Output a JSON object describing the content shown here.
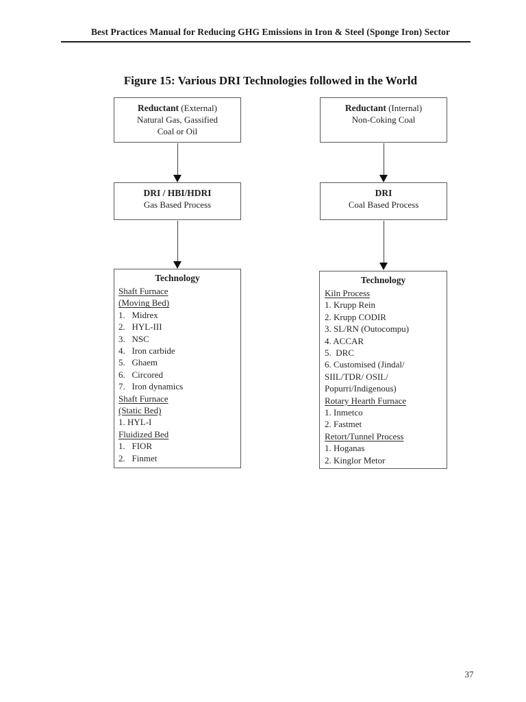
{
  "header": {
    "text": "Best Practices Manual for Reducing GHG Emissions in Iron & Steel (Sponge Iron) Sector"
  },
  "figure": {
    "title": "Figure 15: Various DRI Technologies followed in the World"
  },
  "gas_route": {
    "reductant_box": {
      "label_bold": "Reductant",
      "label_rest": " (External)",
      "line2": "Natural Gas, Gassified",
      "line3": "Coal or Oil"
    },
    "process_box": {
      "title": "DRI / HBI/HDRI",
      "subtitle": "Gas Based Process"
    },
    "technology_box": {
      "title": "Technology",
      "items": [
        {
          "t": "Shaft Furnace",
          "u": true
        },
        {
          "t": "(Moving Bed)",
          "u": true
        },
        {
          "t": "1.   Midrex"
        },
        {
          "t": "2.   HYL-III"
        },
        {
          "t": "3.   NSC"
        },
        {
          "t": "4.   Iron carbide"
        },
        {
          "t": "5.   Ghaem"
        },
        {
          "t": "6.   Circored"
        },
        {
          "t": "7.   Iron dynamics"
        },
        {
          "t": "Shaft Furnace",
          "u": true
        },
        {
          "t": "(Static Bed)",
          "u": true
        },
        {
          "t": "1. HYL-I"
        },
        {
          "t": "Fluidized Bed",
          "u": true
        },
        {
          "t": "1.   FIOR"
        },
        {
          "t": "2.   Finmet"
        }
      ]
    }
  },
  "coal_route": {
    "reductant_box": {
      "label_bold": "Reductant",
      "label_rest": " (Internal)",
      "line2": "Non-Coking Coal"
    },
    "process_box": {
      "title": "DRI",
      "subtitle": "Coal Based Process"
    },
    "technology_box": {
      "title": "Technology",
      "items": [
        {
          "t": "Kiln Process",
          "u": true
        },
        {
          "t": "1. Krupp Rein"
        },
        {
          "t": "2. Krupp CODIR"
        },
        {
          "t": "3. SL/RN (Outocompu)"
        },
        {
          "t": "4. ACCAR"
        },
        {
          "t": "5.  DRC"
        },
        {
          "t": "6. Customised (Jindal/"
        },
        {
          "t": "SIIL/TDR/ OSIL/"
        },
        {
          "t": "Popurri/Indigenous)"
        },
        {
          "t": "Rotary Hearth Furnace",
          "u": true
        },
        {
          "t": "1. Inmetco"
        },
        {
          "t": "2. Fastmet"
        },
        {
          "t": "Retort/Tunnel Process",
          "u": true
        },
        {
          "t": "1. Hoganas"
        },
        {
          "t": "2. Kinglor Metor"
        }
      ]
    }
  },
  "footer": {
    "page_number": "37"
  },
  "colors": {
    "background": "#ffffff",
    "text": "#1f1f1f",
    "box_border": "#585858",
    "arrow": "#111111"
  }
}
